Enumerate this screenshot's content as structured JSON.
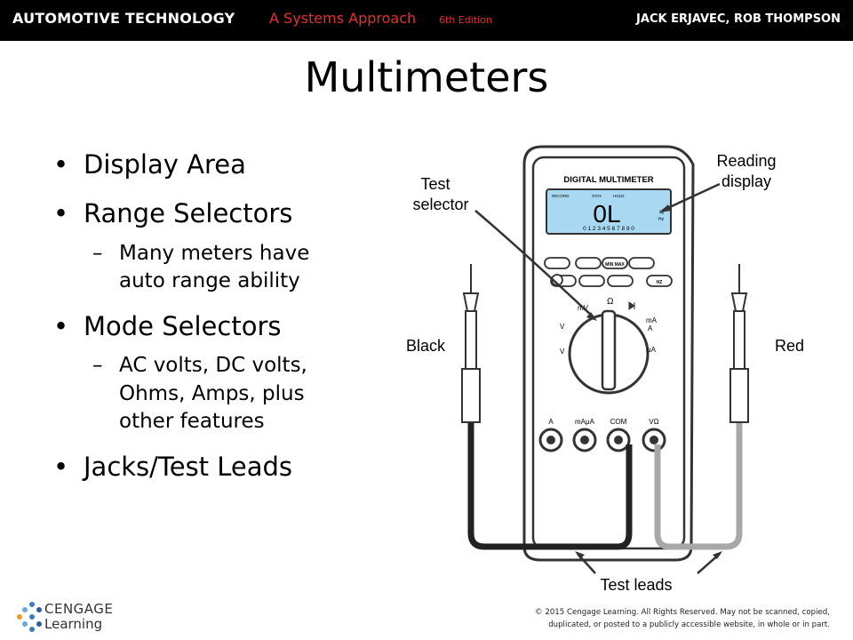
{
  "banner": {
    "book_title": "AUTOMOTIVE TECHNOLOGY",
    "subtitle": "A Systems Approach",
    "edition": "6th Edition",
    "authors": "JACK ERJAVEC, ROB THOMPSON"
  },
  "slide": {
    "title": "Multimeters",
    "bullets": [
      {
        "text": "Display Area"
      },
      {
        "text": "Range Selectors",
        "sub": {
          "line1": "Many meters have",
          "line2": "auto range ability"
        }
      },
      {
        "text": "Mode Selectors",
        "sub": {
          "line1": "AC volts, DC volts,",
          "line2": "Ohms, Amps, plus",
          "line3": "other features"
        }
      },
      {
        "text": "Jacks/Test Leads"
      }
    ]
  },
  "figure": {
    "labels": {
      "reading_display_1": "Reading",
      "reading_display_2": "display",
      "test_selector_1": "Test",
      "test_selector_2": "selector",
      "black": "Black",
      "red": "Red",
      "test_leads": "Test leads"
    },
    "meter": {
      "header": "DIGITAL MULTIMETER",
      "display_value": "0L",
      "display_small_left": "RECORD",
      "display_small_mid": "STAY",
      "display_small_right": "HOLD",
      "scale": "0 1 2 3 4 5 6 7 8 9 0",
      "unit_top": "%",
      "unit_bottom": "Hz",
      "button_minmax": "MIN MAX",
      "button_hz": "HZ",
      "dial_mv": "mV",
      "dial_v": "V",
      "dial_ohm": "Ω",
      "dial_ma": "mA",
      "dial_a": "A",
      "dial_ua": "μA",
      "jack_a": "A",
      "jack_ma": "mAμA",
      "jack_com": "COM",
      "jack_v": "VΩ"
    },
    "colors": {
      "display_bg": "#a9d8f2",
      "lead_black": "#222222",
      "lead_red": "#a8a8a8"
    }
  },
  "footer": {
    "logo_line1": "CENGAGE",
    "logo_line2": "Learning",
    "copyright_line1": "© 2015 Cengage Learning. All Rights Reserved. May not be scanned, copied,",
    "copyright_line2": "duplicated, or posted to a publicly accessible website, in whole or in part."
  }
}
